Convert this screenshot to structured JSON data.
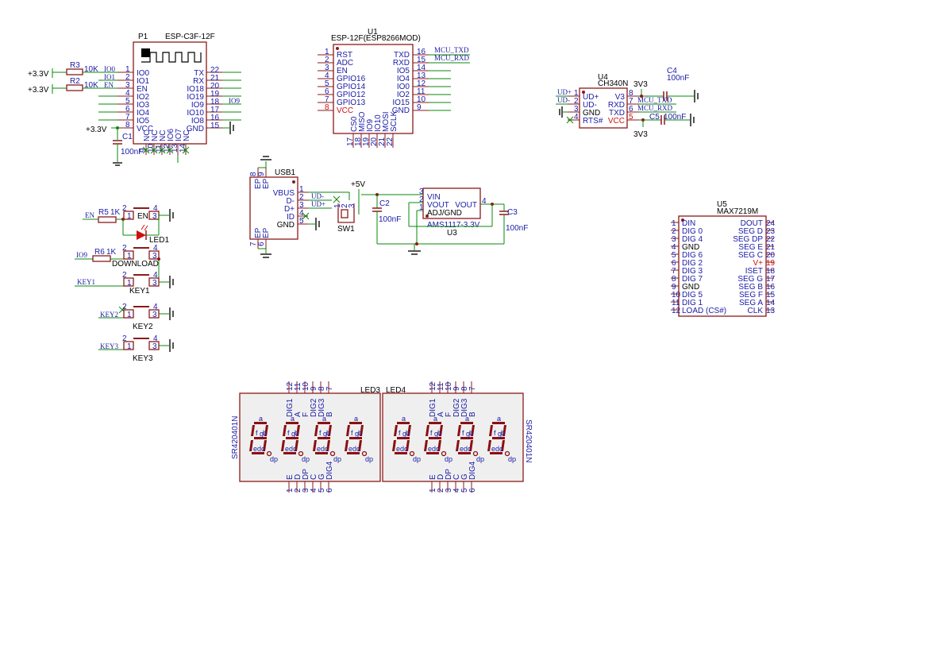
{
  "p1": {
    "ref": "P1",
    "value": "ESP-C3F-12F",
    "left_pins": [
      {
        "num": "1",
        "name": "IO0"
      },
      {
        "num": "2",
        "name": "IO1"
      },
      {
        "num": "3",
        "name": "EN"
      },
      {
        "num": "4",
        "name": "IO2"
      },
      {
        "num": "5",
        "name": "IO3"
      },
      {
        "num": "6",
        "name": "IO4"
      },
      {
        "num": "7",
        "name": "IO5"
      },
      {
        "num": "8",
        "name": "VCC"
      }
    ],
    "right_pins": [
      {
        "num": "22",
        "name": "TX"
      },
      {
        "num": "21",
        "name": "RX"
      },
      {
        "num": "20",
        "name": "IO18"
      },
      {
        "num": "19",
        "name": "IO19"
      },
      {
        "num": "18",
        "name": "IO9"
      },
      {
        "num": "17",
        "name": "IO10"
      },
      {
        "num": "16",
        "name": "IO8"
      },
      {
        "num": "15",
        "name": "GND"
      }
    ],
    "bottom_pins": [
      {
        "num": "9",
        "name": "NC"
      },
      {
        "num": "10",
        "name": "NC"
      },
      {
        "num": "11",
        "name": "NC"
      },
      {
        "num": "12",
        "name": "NC"
      },
      {
        "num": "13",
        "name": "IO6"
      },
      {
        "num": "14",
        "name": "IO7"
      },
      {
        "num": "",
        "name": "NC"
      }
    ]
  },
  "p1_nets": {
    "pwr1": "+3.3V",
    "pwr2": "+3.3V",
    "pwr3": "+3.3V",
    "r3": "R3",
    "r3v": "10K",
    "r2": "R2",
    "r2v": "10K",
    "io0": "IO0",
    "io1": "IO1",
    "en": "EN",
    "io9": "IO9",
    "c1": "C1",
    "c1v": "100nF"
  },
  "u1": {
    "ref": "U1",
    "value": "ESP-12F(ESP8266MOD)",
    "left_pins": [
      {
        "num": "1",
        "name": "RST"
      },
      {
        "num": "2",
        "name": "ADC"
      },
      {
        "num": "3",
        "name": "EN"
      },
      {
        "num": "4",
        "name": "GPIO16"
      },
      {
        "num": "5",
        "name": "GPIO14"
      },
      {
        "num": "6",
        "name": "GPIO12"
      },
      {
        "num": "7",
        "name": "GPIO13"
      },
      {
        "num": "8",
        "name": "VCC"
      }
    ],
    "right_pins": [
      {
        "num": "16",
        "name": "TXD"
      },
      {
        "num": "15",
        "name": "RXD"
      },
      {
        "num": "14",
        "name": "IO5"
      },
      {
        "num": "13",
        "name": "IO4"
      },
      {
        "num": "12",
        "name": "IO0"
      },
      {
        "num": "11",
        "name": "IO2"
      },
      {
        "num": "10",
        "name": "IO15"
      },
      {
        "num": "9",
        "name": "GND"
      }
    ],
    "bottom_pins": [
      {
        "num": "17",
        "name": "CS0"
      },
      {
        "num": "18",
        "name": "MISO"
      },
      {
        "num": "19",
        "name": "IO9"
      },
      {
        "num": "20",
        "name": "IO10"
      },
      {
        "num": "21",
        "name": "MOSI"
      },
      {
        "num": "22",
        "name": "SCLK"
      }
    ],
    "net_txd": "MCU_TXD",
    "net_rxd": "MCU_RXD"
  },
  "u4": {
    "ref": "U4",
    "value": "CH340N",
    "left_pins": [
      {
        "num": "1",
        "name": "UD+"
      },
      {
        "num": "2",
        "name": "UD-"
      },
      {
        "num": "3",
        "name": "GND"
      },
      {
        "num": "4",
        "name": "RTS#"
      }
    ],
    "right_pins": [
      {
        "num": "8",
        "name": "V3"
      },
      {
        "num": "7",
        "name": "RXD"
      },
      {
        "num": "6",
        "name": "TXD"
      },
      {
        "num": "5",
        "name": "VCC"
      }
    ],
    "net_udp": "UD+",
    "net_udm": "UD-",
    "net_txd": "MCU_TXD",
    "net_rxd": "MCU_RXD",
    "pwr_top": "3V3",
    "pwr_bot": "3V3",
    "c4": "C4",
    "c4v": "100nF",
    "c5": "C5",
    "c5v": "100nF"
  },
  "usb": {
    "ref": "USB1",
    "pins": [
      {
        "num": "1",
        "name": "VBUS"
      },
      {
        "num": "2",
        "name": "D-"
      },
      {
        "num": "3",
        "name": "D+"
      },
      {
        "num": "4",
        "name": "ID"
      },
      {
        "num": "5",
        "name": "GND"
      }
    ],
    "ep_top1": "EP",
    "ep_top2": "EP",
    "ep_bot1": "EP",
    "ep_bot2": "EP",
    "ep_n8": "8",
    "ep_n9": "9",
    "ep_n7": "7",
    "ep_n6": "6",
    "net_udm": "UD-",
    "net_udp": "UD+",
    "sw": "SW1",
    "sw_n1": "1",
    "sw_n2": "2",
    "sw_n3": "3",
    "pwr": "+5V",
    "c2": "C2",
    "c2v": "100nF"
  },
  "u3": {
    "ref": "U3",
    "value": "AMS1117-3.3V",
    "pins": [
      {
        "num": "3",
        "name": "VIN"
      },
      {
        "num": "2",
        "name": "VOUT"
      },
      {
        "num": "1",
        "name": "ADJ/GND"
      },
      {
        "num": "4",
        "name": "VOUT"
      }
    ],
    "c3": "C3",
    "c3v": "100nF"
  },
  "keys": {
    "r5": "R5",
    "r5v": "1K",
    "r6": "R6",
    "r6v": "1K",
    "en_net": "EN",
    "io9_net": "IO9",
    "sw_en": "EN",
    "led1": "LED1",
    "sw_dl": "DOWNLOAD",
    "key1_net": "KEY1",
    "key1": "KEY1",
    "key2_net": "KEY2",
    "key2": "KEY2",
    "key3_net": "KEY3",
    "key3": "KEY3",
    "n1": "1",
    "n2": "2",
    "n3": "3",
    "n4": "4"
  },
  "u5": {
    "ref": "U5",
    "value": "MAX7219M",
    "left_pins": [
      {
        "num": "1",
        "name": "DIN"
      },
      {
        "num": "2",
        "name": "DIG 0"
      },
      {
        "num": "3",
        "name": "DIG 4"
      },
      {
        "num": "4",
        "name": "GND"
      },
      {
        "num": "5",
        "name": "DIG 6"
      },
      {
        "num": "6",
        "name": "DIG 2"
      },
      {
        "num": "7",
        "name": "DIG 3"
      },
      {
        "num": "8",
        "name": "DIG 7"
      },
      {
        "num": "9",
        "name": "GND"
      },
      {
        "num": "10",
        "name": "DIG 5"
      },
      {
        "num": "11",
        "name": "DIG 1"
      },
      {
        "num": "12",
        "name": "LOAD (CS#)"
      }
    ],
    "right_pins": [
      {
        "num": "24",
        "name": "DOUT"
      },
      {
        "num": "23",
        "name": "SEG D"
      },
      {
        "num": "22",
        "name": "SEG DP"
      },
      {
        "num": "21",
        "name": "SEG E"
      },
      {
        "num": "20",
        "name": "SEG C"
      },
      {
        "num": "19",
        "name": "V+"
      },
      {
        "num": "18",
        "name": "ISET"
      },
      {
        "num": "17",
        "name": "SEG G"
      },
      {
        "num": "16",
        "name": "SEG B"
      },
      {
        "num": "15",
        "name": "SEG F"
      },
      {
        "num": "14",
        "name": "SEG A"
      },
      {
        "num": "13",
        "name": "CLK"
      }
    ]
  },
  "led3": {
    "ref": "LED3",
    "side": "SR420401N",
    "top_nums": [
      "12",
      "11",
      "10",
      "9",
      "8",
      "7"
    ],
    "top_names": [
      "DIG1",
      "A",
      "F",
      "DIG2",
      "DIG3",
      "B"
    ],
    "bot_nums": [
      "1",
      "2",
      "3",
      "4",
      "5",
      "6"
    ],
    "bot_names": [
      "E",
      "D",
      "DP",
      "C",
      "G",
      "DIG4"
    ]
  },
  "led4": {
    "ref": "LED4",
    "side": "SR420401N",
    "top_nums": [
      "12",
      "11",
      "10",
      "9",
      "8",
      "7"
    ],
    "top_names": [
      "DIG1",
      "A",
      "F",
      "DIG2",
      "DIG3",
      "B"
    ],
    "bot_nums": [
      "1",
      "2",
      "3",
      "4",
      "5",
      "6"
    ],
    "bot_names": [
      "E",
      "D",
      "DP",
      "C",
      "G",
      "DIG4"
    ]
  },
  "segs": {
    "a": "a",
    "b": "b",
    "c": "c",
    "d": "d",
    "e": "e",
    "f": "f",
    "g": "g",
    "dp": "dp"
  }
}
